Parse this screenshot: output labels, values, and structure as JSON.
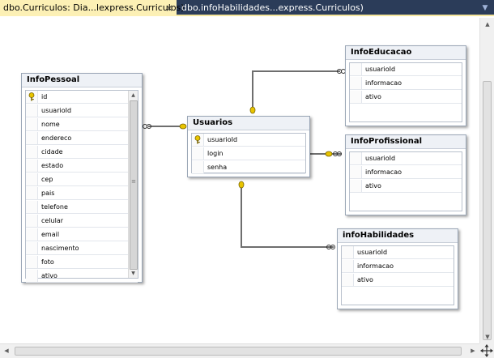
{
  "tabs": [
    {
      "label": "dbo.Curriculos: Dia...lexpress.Curriculos)",
      "active": true,
      "close_glyph": "×"
    },
    {
      "label": "dbo.infoHabilidades...express.Curriculos)",
      "active": false
    }
  ],
  "tables": {
    "infopessoal": {
      "title": "InfoPessoal",
      "columns": [
        "id",
        "usuarioId",
        "nome",
        "endereco",
        "cidade",
        "estado",
        "cep",
        "pais",
        "telefone",
        "celular",
        "email",
        "nascimento",
        "foto",
        "ativo"
      ],
      "key_column": "id"
    },
    "usuarios": {
      "title": "Usuarios",
      "columns": [
        "usuarioId",
        "login",
        "senha"
      ],
      "key_column": "usuarioId"
    },
    "infoeducacao": {
      "title": "InfoEducacao",
      "columns": [
        "usuarioId",
        "informacao",
        "ativo"
      ]
    },
    "infoprofissional": {
      "title": "InfoProfissional",
      "columns": [
        "usuarioId",
        "informacao",
        "ativo"
      ]
    },
    "infohabilidades": {
      "title": "infoHabilidades",
      "columns": [
        "usuarioId",
        "informacao",
        "ativo"
      ]
    }
  },
  "relationships": [
    {
      "from": "Usuarios",
      "to": "InfoPessoal"
    },
    {
      "from": "Usuarios",
      "to": "InfoEducacao"
    },
    {
      "from": "Usuarios",
      "to": "InfoProfissional"
    },
    {
      "from": "Usuarios",
      "to": "infoHabilidades"
    }
  ],
  "colors": {
    "tab_strip": "#2b3c59",
    "active_tab": "#fcf0b5",
    "key_gold": "#e8c400",
    "link_line": "#6e6e6e"
  },
  "icons": {
    "primary_key": "key-icon",
    "infinity_end": "infinity-icon",
    "key_end": "key-end-icon",
    "close_tab": "close-icon"
  }
}
